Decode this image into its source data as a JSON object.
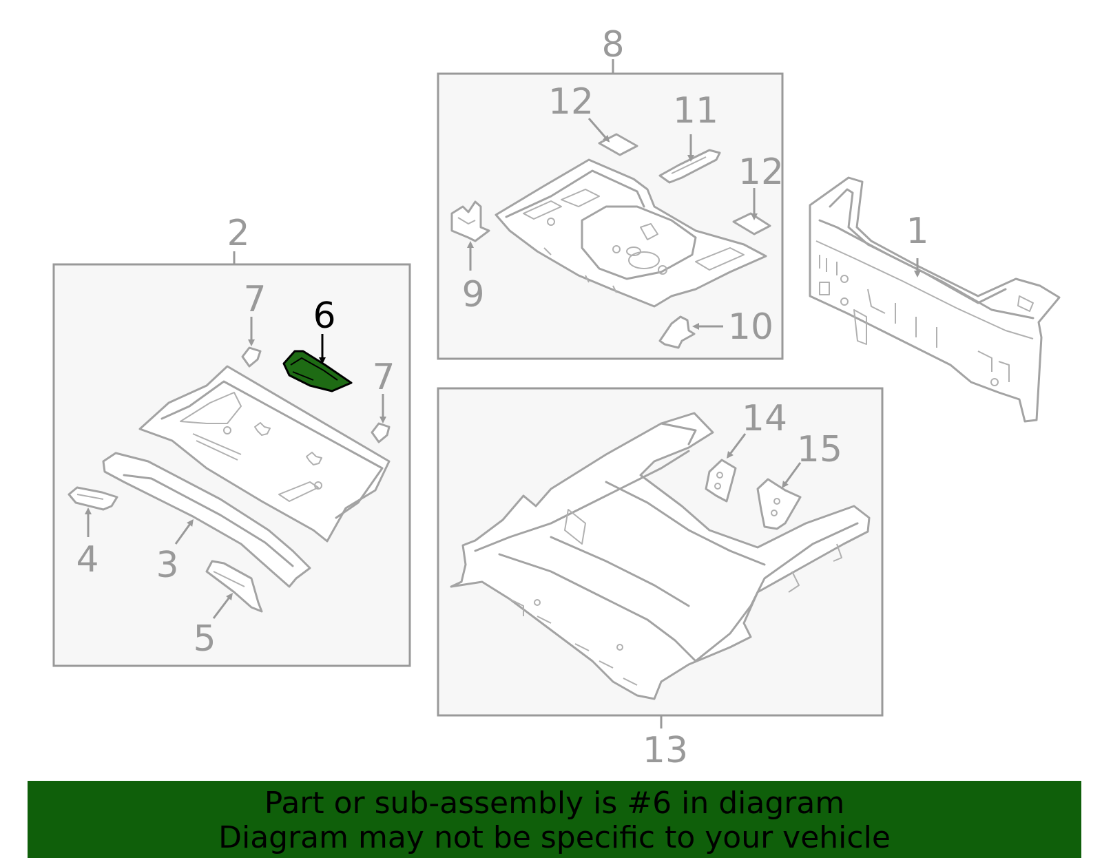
{
  "colors": {
    "highlight": "#1e6b14",
    "banner": "#0f5f0a",
    "line": "#a3a3a3"
  },
  "callouts": {
    "c1": "1",
    "c2": "2",
    "c3": "3",
    "c4": "4",
    "c5": "5",
    "c6": "6",
    "c7a": "7",
    "c7b": "7",
    "c8": "8",
    "c9": "9",
    "c10": "10",
    "c11": "11",
    "c12a": "12",
    "c12b": "12",
    "c13": "13",
    "c14": "14",
    "c15": "15"
  },
  "highlighted_part": "6",
  "banner": {
    "line1": "Part or sub-assembly is #6 in diagram",
    "line2": "Diagram may not be specific to your vehicle"
  }
}
